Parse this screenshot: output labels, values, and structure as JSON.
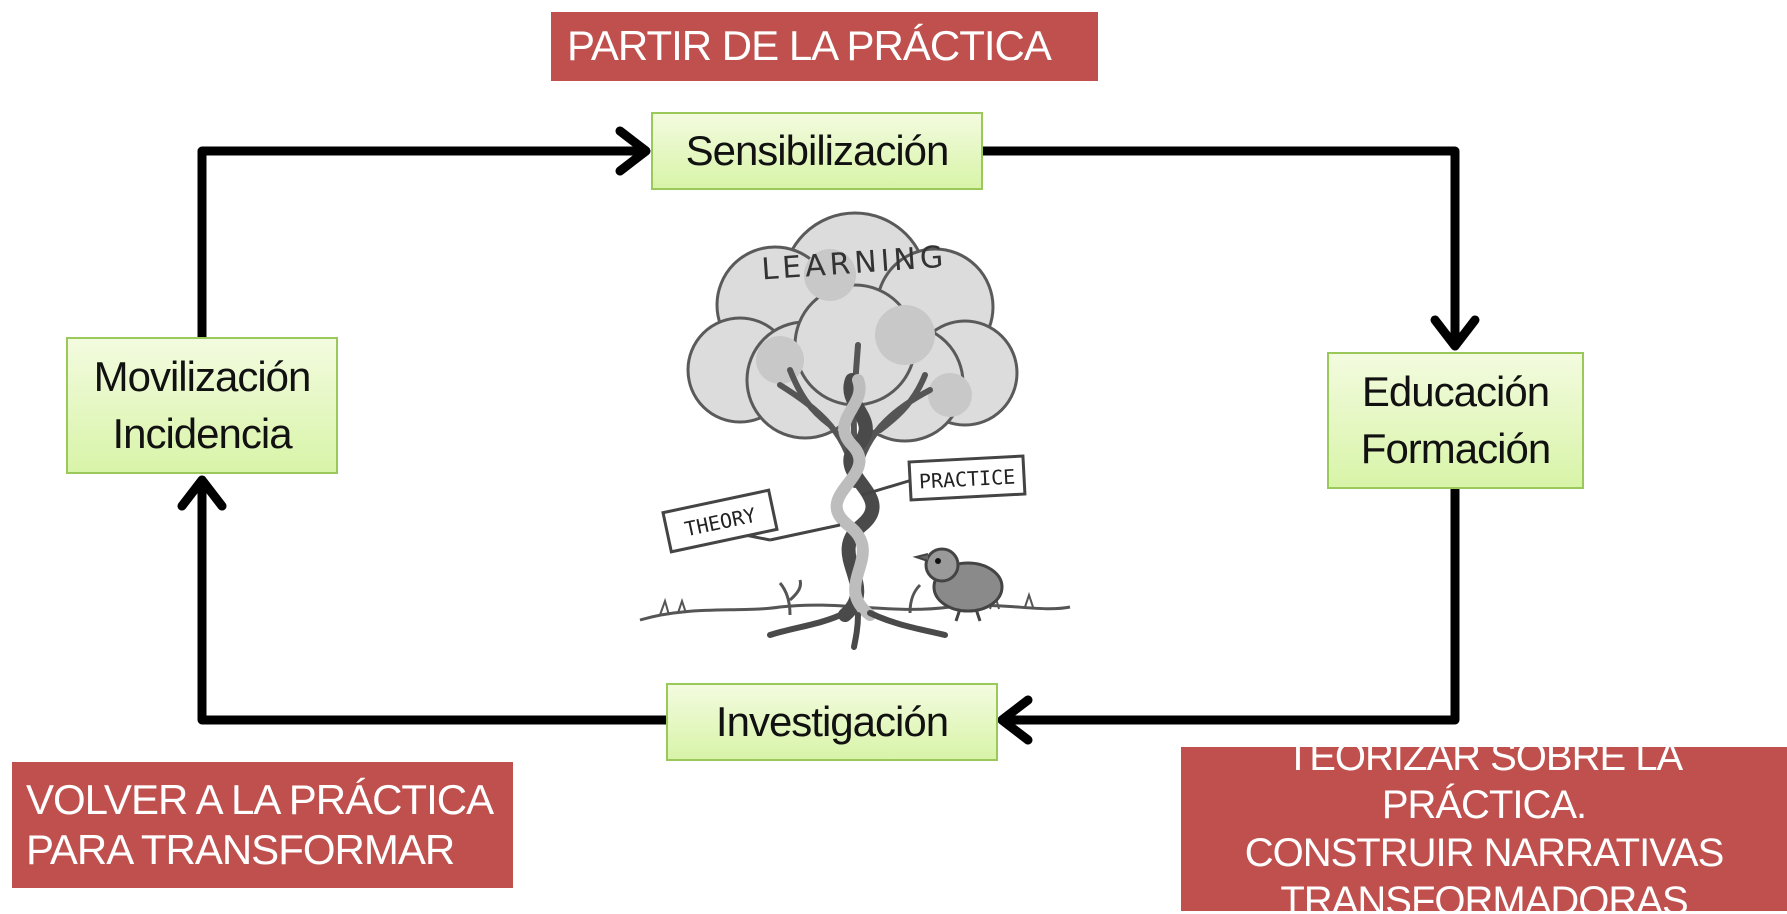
{
  "banners": {
    "top": {
      "line1": "PARTIR DE LA PRÁCTICA"
    },
    "bottom_left": {
      "line1": "VOLVER A LA PRÁCTICA",
      "line2": "PARA TRANSFORMAR"
    },
    "bottom_right": {
      "line1": "TEORIZAR SOBRE LA PRÁCTICA.",
      "line2": "CONSTRUIR NARRATIVAS",
      "line3": "TRANSFORMADORAS"
    }
  },
  "stages": {
    "sensibilizacion": {
      "line1": "Sensibilización"
    },
    "educacion": {
      "line1": "Educación",
      "line2": "Formación"
    },
    "investigacion": {
      "line1": "Investigación"
    },
    "movilizacion": {
      "line1": "Movilización",
      "line2": "Incidencia"
    }
  },
  "illustration": {
    "canopy_label": "LEARNING",
    "sign_left": "THEORY",
    "sign_right": "PRACTICE"
  },
  "colors": {
    "banner": "#c0504d",
    "box_fill": "#d8f4a8",
    "box_border": "#9ac85a",
    "connector": "#000000"
  }
}
